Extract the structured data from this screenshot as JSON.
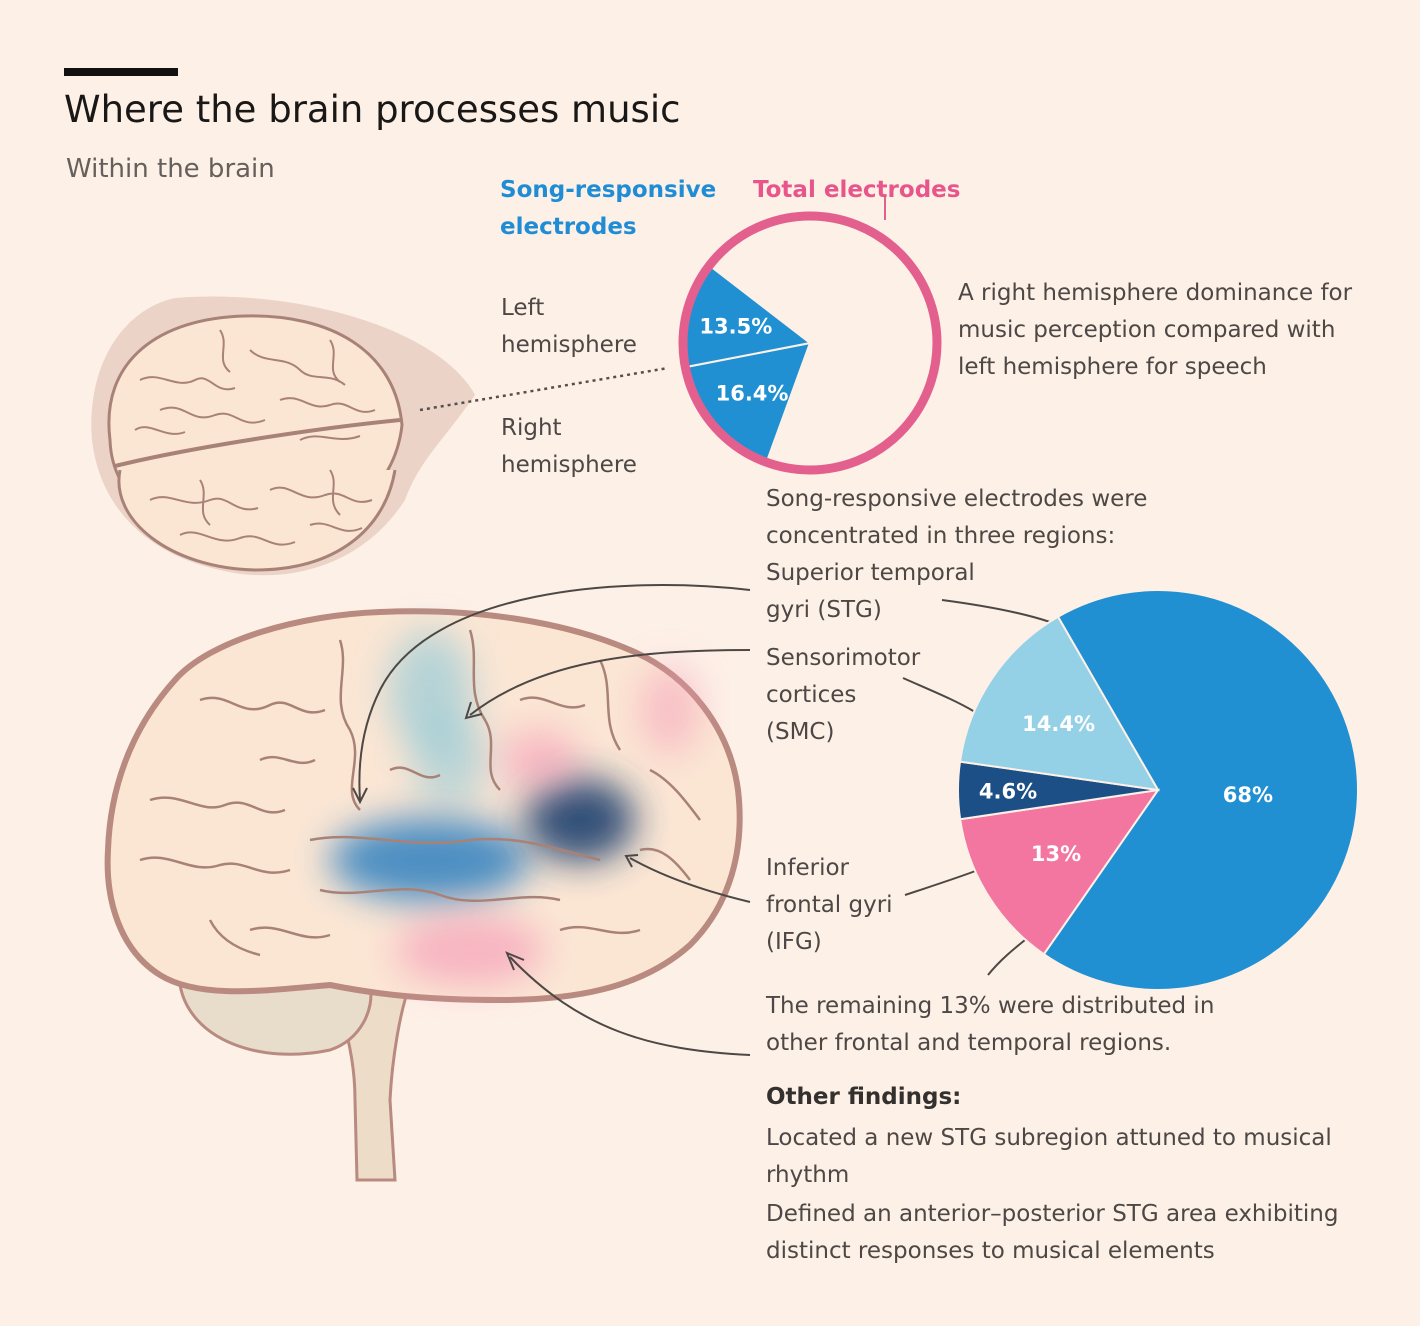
{
  "header": {
    "title": "Where the brain processes music",
    "subtitle": "Within the brain"
  },
  "legend": {
    "song_responsive": "Song-responsive electrodes",
    "total": "Total electrodes"
  },
  "hemisphere": {
    "left_label": "Left hemisphere",
    "right_label": "Right hemisphere",
    "note": "A right hemisphere dominance for music perception compared with left hemisphere for speech"
  },
  "regions": {
    "intro": "Song-responsive electrodes were concentrated in three regions:",
    "stg_label": "Superior temporal gyri (STG)",
    "smc_label": "Sensorimotor cortices (SMC)",
    "ifg_label": "Inferior frontal gyri (IFG)",
    "remaining_note": "The remaining 13% were distributed in other frontal and temporal regions."
  },
  "findings": {
    "heading": "Other findings:",
    "items": [
      "Located a new STG subregion attuned to musical rhythm",
      "Defined an anterior–posterior STG area exhibiting distinct responses to musical elements"
    ]
  },
  "colors": {
    "blue": "#2190d3",
    "light_blue": "#95d1e6",
    "dark_blue": "#1c4f86",
    "pink": "#f2769f",
    "total_ring": "#e3608e",
    "brain_fill": "#fbe6d4",
    "brain_outline": "#b98a7f",
    "background": "#fdf0e7"
  },
  "chart_data": [
    {
      "type": "pie",
      "title": "",
      "categories": [
        "Left hemisphere",
        "Right hemisphere"
      ],
      "values": [
        13.5,
        16.4
      ],
      "labels": [
        "13.5%",
        "16.4%"
      ],
      "unit": "% of total electrodes"
    },
    {
      "type": "pie",
      "title": "",
      "categories": [
        "Superior temporal gyri (STG)",
        "Sensorimotor cortices (SMC)",
        "Inferior frontal gyri (IFG)",
        "Other frontal and temporal regions"
      ],
      "values": [
        68,
        14.4,
        4.6,
        13
      ],
      "labels": [
        "68%",
        "14.4%",
        "4.6%",
        "13%"
      ],
      "colors": [
        "#2190d3",
        "#95d1e6",
        "#1c4f86",
        "#f2769f"
      ],
      "unit": "% of song-responsive electrodes"
    }
  ]
}
